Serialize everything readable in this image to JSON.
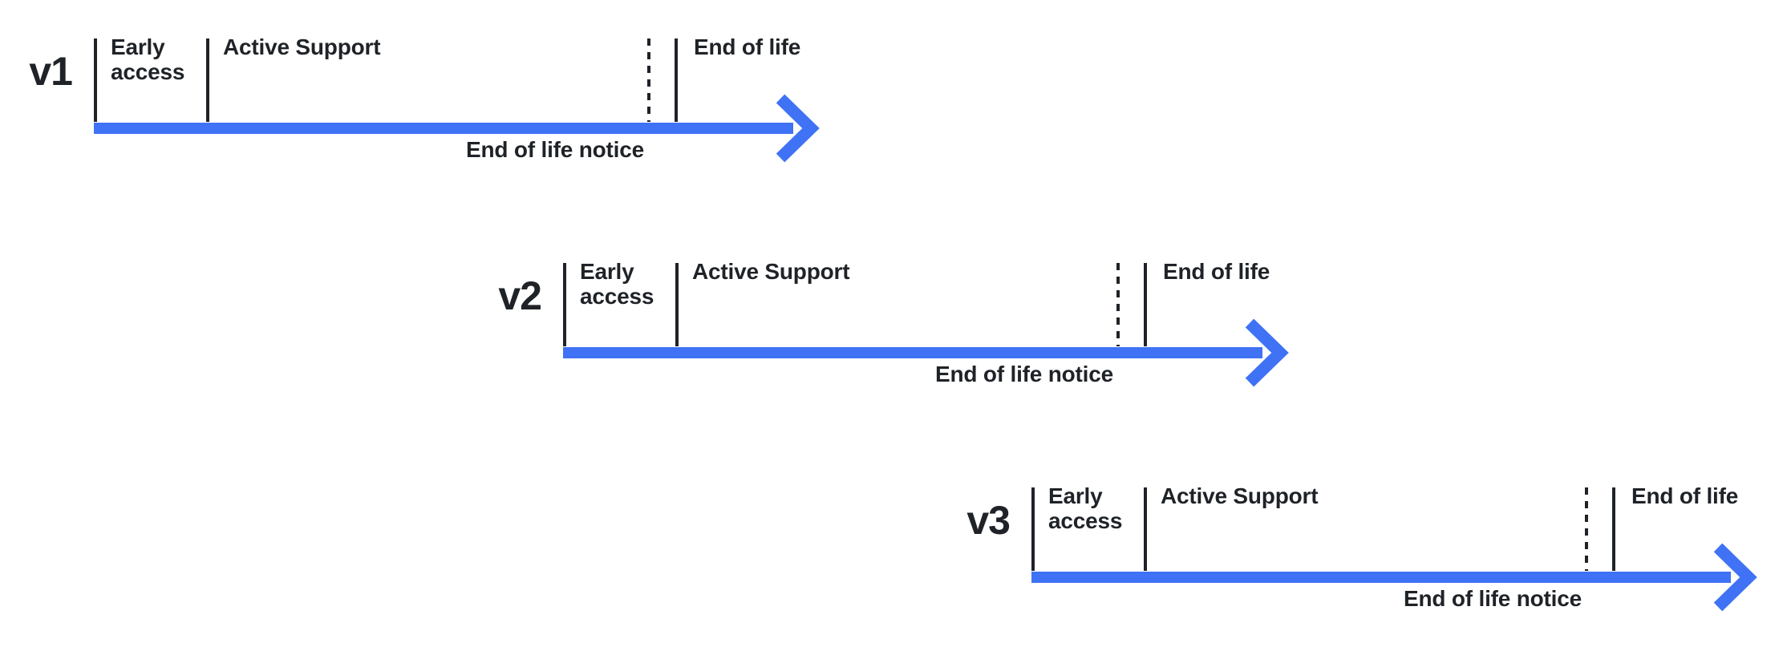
{
  "colors": {
    "arrow_blue": "#3F72F4",
    "ink": "#1F2328",
    "background": "#FFFFFF"
  },
  "timelines": [
    {
      "version": "v1",
      "labels": {
        "early_access": "Early access",
        "active_support": "Active Support",
        "end_of_life": "End of life",
        "end_of_life_notice": "End of life notice"
      }
    },
    {
      "version": "v2",
      "labels": {
        "early_access": "Early access",
        "active_support": "Active Support",
        "end_of_life": "End of life",
        "end_of_life_notice": "End of life notice"
      }
    },
    {
      "version": "v3",
      "labels": {
        "early_access": "Early access",
        "active_support": "Active Support",
        "end_of_life": "End of life",
        "end_of_life_notice": "End of life notice"
      }
    }
  ]
}
